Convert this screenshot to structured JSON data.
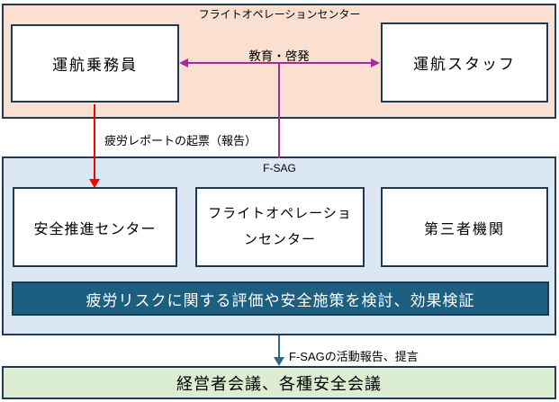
{
  "colors": {
    "peach_fill": "#FBDFD0",
    "blue_fill": "#DBE8F4",
    "green_fill": "#DCEED2",
    "teal_bar": "#1D5F80",
    "teal_bar_border": "#143D50",
    "border": "#1F3B54",
    "purple_arrow": "#A02D98",
    "red_arrow": "#FF0000",
    "teal_arrow": "#2E6A8C"
  },
  "flight_ops": {
    "title": "フライトオペレーションセンター",
    "crew_box": "運航乗務員",
    "staff_box": "運航スタッフ",
    "edu_arrow_label": "教育・啓発"
  },
  "fatigue_report_label": "疲労レポートの起票（報告）",
  "fsag": {
    "title": "F-SAG",
    "boxes": [
      "安全推進センター",
      "フライトオペレーションセンター",
      "第三者機関"
    ],
    "bar_text": "疲労リスクに関する評価や安全施策を検討、効果検証"
  },
  "fsag_output_label": "F-SAGの活動報告、提言",
  "management_box": "経営者会議、各種安全会議"
}
